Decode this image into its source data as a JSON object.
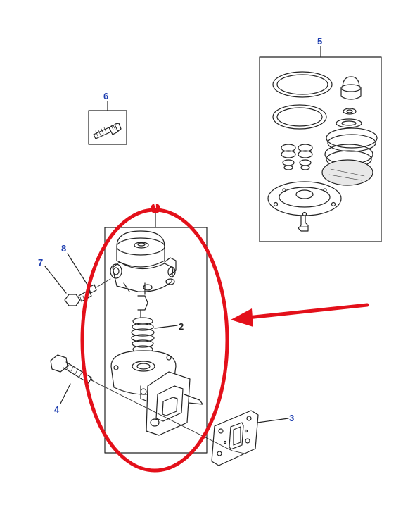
{
  "callouts": {
    "c1": "1",
    "c2": "2",
    "c3": "3",
    "c4": "4",
    "c5": "5",
    "c6": "6",
    "c7": "7",
    "c8": "8"
  },
  "colors": {
    "line": "#222222",
    "callout_text": "#1f3fb0",
    "highlight": "#e3101a"
  },
  "annotation": {
    "highlight_shape": "ellipse",
    "pointer": "arrow-left"
  }
}
